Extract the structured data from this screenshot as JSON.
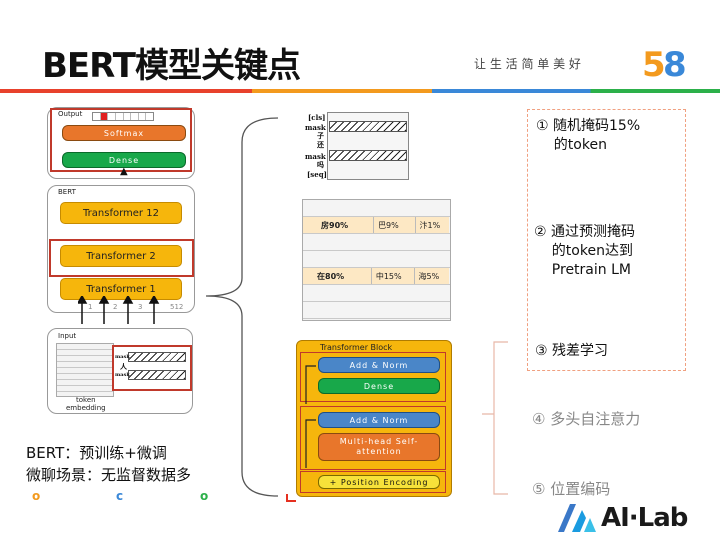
{
  "header": {
    "title": "BERT模型关键点",
    "tagline": "让  生  活  简  单  美  好",
    "logo_text": "58",
    "bar_colors": [
      "#e8412c",
      "#f39a1e",
      "#3a88d8",
      "#2cb04a"
    ]
  },
  "bert_diagram": {
    "output_label": "Output",
    "softmax_label": "Softmax",
    "dense_label": "Dense",
    "bert_label": "BERT",
    "transformers": [
      "Transformer 12",
      "Transformer 2",
      "Transformer 1"
    ],
    "positions": [
      "1",
      "2",
      "3",
      "512"
    ],
    "input_label": "Input",
    "token_embedding_label": "token\nembedding",
    "mask_tokens": [
      "mask",
      "人",
      "mask"
    ]
  },
  "mask_table": {
    "rows": [
      "[cls]",
      "mask",
      "子",
      "还",
      "mask",
      "吗",
      "[seq]"
    ]
  },
  "prediction_table": {
    "rows": [
      {
        "cells": [
          "房90%",
          "巴9%",
          "汴1%"
        ]
      },
      {
        "cells": [
          "在80%",
          "中15%",
          "海5%"
        ]
      }
    ]
  },
  "transformer_block": {
    "title": "Transformer Block",
    "add_norm_top": "Add & Norm",
    "dense": "Dense",
    "add_norm_bottom": "Add & Norm",
    "attention": "Multi-head Self-\nattention",
    "position": "+ Position Encoding"
  },
  "features": [
    {
      "text": "① 随机掩码15%\n    的token",
      "dim": false
    },
    {
      "text": "② 通过预测掩码\n    的token达到\n    Pretrain LM",
      "dim": false
    },
    {
      "text": "③ 残差学习",
      "dim": false
    },
    {
      "text": "④ 多头自注意力",
      "dim": true
    },
    {
      "text": "⑤ 位置编码",
      "dim": true
    }
  ],
  "bottom_text": {
    "line1": "BERT：预训练+微调",
    "line2": "微聊场景：无监督数据多"
  },
  "footer": {
    "dots": [
      "o",
      "c",
      "o"
    ],
    "ailab": "AI·Lab"
  }
}
